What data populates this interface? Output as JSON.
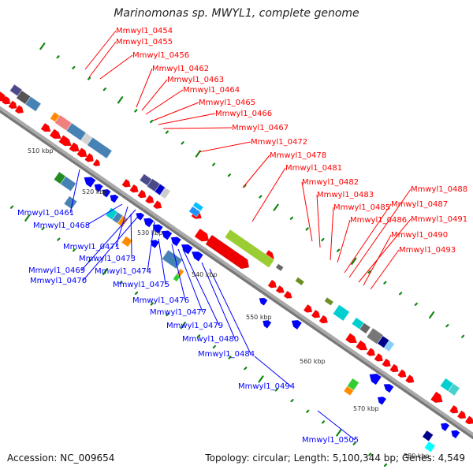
{
  "title": "Marinomonas sp. MWYL1, complete genome",
  "footer": {
    "accession": "Accession: NC_009654",
    "topology": "Topology: circular; Length: 5,100,344 bp; Genes: 4,549"
  },
  "colors": {
    "forward": "#ff0000",
    "reverse": "#0000ff",
    "backbone": "#999999",
    "tick_marks": "#118811"
  },
  "scale_labels": [
    {
      "text": "510 kbp"
    },
    {
      "text": "520 kbp"
    },
    {
      "text": "530 kbp"
    },
    {
      "text": "540 kbp"
    },
    {
      "text": "550 kbp"
    },
    {
      "text": "560 kbp"
    },
    {
      "text": "570 kbp"
    },
    {
      "text": "580 kbp",
      "faded": true
    }
  ],
  "forward_genes": [
    "Mmwyl1_0454",
    "Mmwyl1_0455",
    "Mmwyl1_0456",
    "Mmwyl1_0462",
    "Mmwyl1_0463",
    "Mmwyl1_0464",
    "Mmwyl1_0465",
    "Mmwyl1_0466",
    "Mmwyl1_0467",
    "Mmwyl1_0472",
    "Mmwyl1_0478",
    "Mmwyl1_0481",
    "Mmwyl1_0482",
    "Mmwyl1_0483",
    "Mmwyl1_0485",
    "Mmwyl1_0486",
    "Mmwyl1_0487",
    "Mmwyl1_0488",
    "Mmwyl1_0491",
    "Mmwyl1_0490",
    "Mmwyl1_0493"
  ],
  "reverse_genes": [
    "Mmwyl1_0461",
    "Mmwyl1_0468",
    "Mmwyl1_0471",
    "Mmwyl1_0473",
    "Mmwyl1_0469",
    "Mmwyl1_0474",
    "Mmwyl1_0470",
    "Mmwyl1_0475",
    "Mmwyl1_0476",
    "Mmwyl1_0477",
    "Mmwyl1_0479",
    "Mmwyl1_0480",
    "Mmwyl1_0484",
    "Mmwyl1_0494",
    "Mmwyl1_0505"
  ]
}
